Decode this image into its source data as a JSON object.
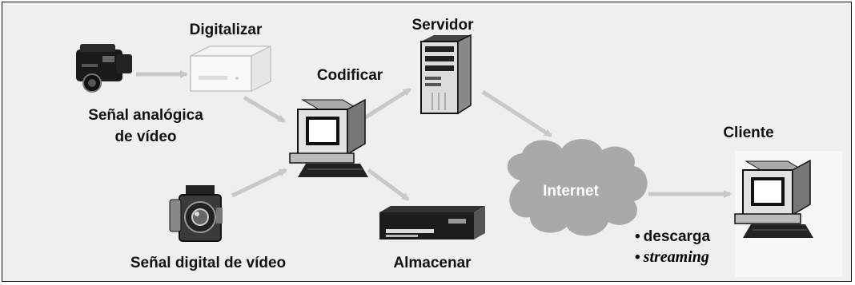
{
  "labels": {
    "digitalizar": "Digitalizar",
    "servidor": "Servidor",
    "codificar": "Codificar",
    "senal_analogica_line1": "Señal analógica",
    "senal_analogica_line2": "de vídeo",
    "cliente": "Cliente",
    "internet": "Internet",
    "senal_digital": "Señal digital de vídeo",
    "almacenar": "Almacenar"
  },
  "delivery_modes": [
    {
      "bullet": "•",
      "text": "descarga"
    },
    {
      "bullet": "•",
      "text": "streaming"
    }
  ],
  "colors": {
    "background": "#efefef",
    "arrow": "#c8c8c8",
    "cloud": "#a9a9a9",
    "client_panel": "#f7f7f7",
    "ink": "#111111"
  },
  "icons": [
    "analog-camcorder-icon",
    "digitizer-device-icon",
    "server-tower-icon",
    "encoder-computer-icon",
    "digital-camera-icon",
    "storage-recorder-icon",
    "internet-cloud-icon",
    "client-computer-icon"
  ]
}
